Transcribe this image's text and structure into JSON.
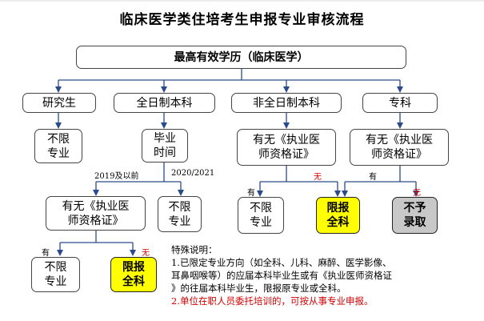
{
  "title": "临床医学类住培考生申报专业审核流程",
  "root": "最高有效学历（临床医学）",
  "categories": {
    "grad": "研究生",
    "fulltime": "全日制本科",
    "nonfulltime": "非全日制本科",
    "college": "专科"
  },
  "nodes": {
    "grad_result_l1": "不限",
    "grad_result_l2": "专业",
    "ft_grad_l1": "毕业",
    "ft_grad_l2": "时间",
    "nft_cert_l1": "有无《执业医",
    "nft_cert_l2": "师资格证》",
    "col_cert_l1": "有无《执业医",
    "col_cert_l2": "师资格证》",
    "ft_cert_l1": "有无《执业医",
    "ft_cert_l2": "师资格证》",
    "ft_nolimit_l1": "不限",
    "ft_nolimit_l2": "专业",
    "nft_nolimit_l1": "不限",
    "nft_nolimit_l2": "专业",
    "nft_full_l1": "限报",
    "nft_full_l2": "全科",
    "col_no_l1": "不予",
    "col_no_l2": "录取",
    "ft_cert_yes_l1": "不限",
    "ft_cert_yes_l2": "专业",
    "ft_cert_no_l1": "限报",
    "ft_cert_no_l2": "全科"
  },
  "labels": {
    "year_before": "2019及以前",
    "year_after": "2020/2021",
    "yes": "有",
    "no": "无"
  },
  "notes": {
    "heading": "特殊说明：",
    "item1_l1": "1.已限定专业方向（如全科、儿科、麻醉、医学影像、",
    "item1_l2": "耳鼻咽喉等）的应届本科毕业生或有《执业医师资格证",
    "item1_l3": "》的往届本科毕业生，限报原专业或全科。",
    "item2": "2.单位在职人员委托培训的，可按从事专业申报。"
  },
  "colors": {
    "highlight": "#ffff00",
    "reject": "#c8c8c8",
    "no_label": "#e00000",
    "arrow": "#2a4a8a"
  }
}
